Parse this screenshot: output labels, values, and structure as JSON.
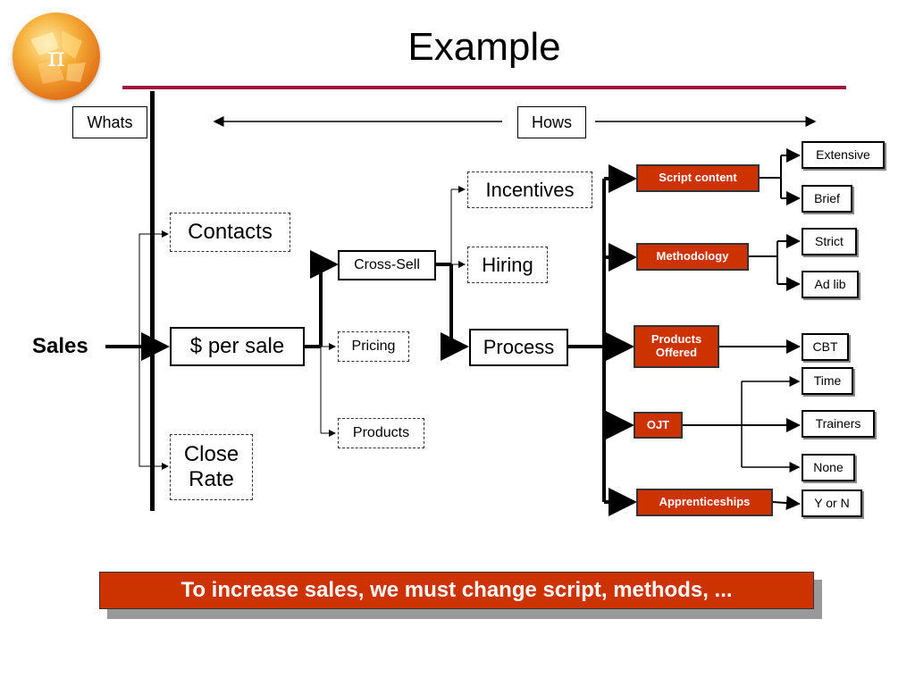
{
  "title": "Example",
  "labels": {
    "whats": "Whats",
    "hows": "Hows",
    "sales": "Sales"
  },
  "whats_nodes": {
    "contacts": "Contacts",
    "per_sale": "$ per sale",
    "close_rate": "Close Rate"
  },
  "per_sale_children": {
    "cross_sell": "Cross-Sell",
    "pricing": "Pricing",
    "products": "Products"
  },
  "cross_sell_children": {
    "incentives": "Incentives",
    "hiring": "Hiring",
    "process": "Process"
  },
  "process_children": {
    "script_content": "Script content",
    "methodology": "Methodology",
    "products_offered": "Products Offered",
    "ojt": "OJT",
    "apprenticeships": "Apprenticeships"
  },
  "outcomes": {
    "extensive": "Extensive",
    "brief": "Brief",
    "strict": "Strict",
    "ad_lib": "Ad lib",
    "cbt": "CBT",
    "time": "Time",
    "trainers": "Trainers",
    "none": "None",
    "y_or_n": "Y or N"
  },
  "banner": "To increase sales, we must change script, methods, ...",
  "colors": {
    "accent_rule": "#a0163a",
    "box_red": "#cc3300"
  }
}
